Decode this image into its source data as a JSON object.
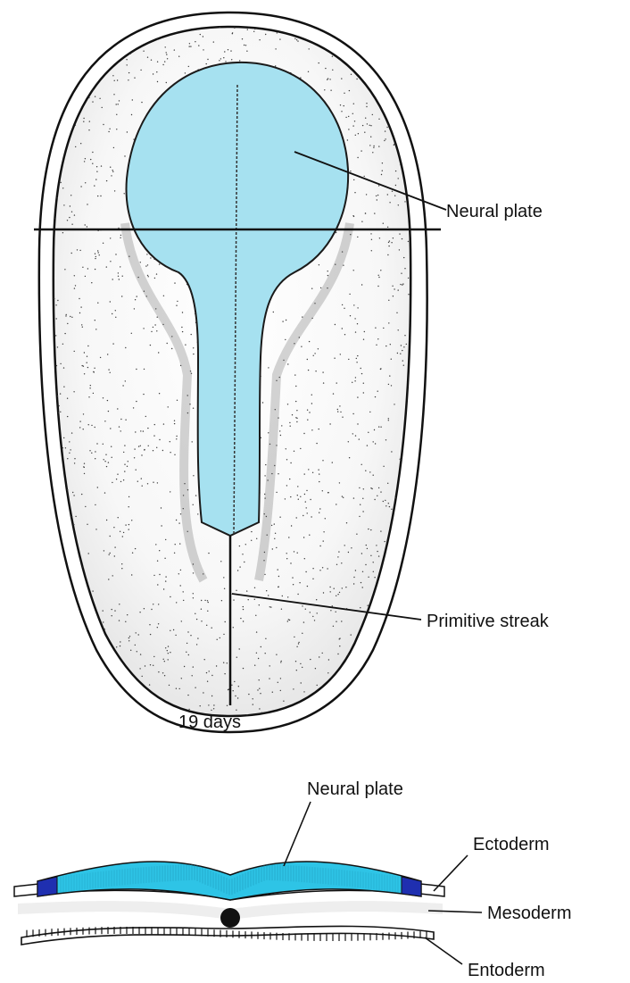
{
  "colors": {
    "neural_plate": "#a6e1f0",
    "neural_plate_section": "#2ec4e6",
    "ectoderm_edge": "#1f2fb0",
    "outline": "#111111",
    "stipple": "#3a3a3a"
  },
  "upper": {
    "neural_plate_label": "Neural plate",
    "primitive_streak_label": "Primitive streak",
    "caption": "19 days"
  },
  "lower": {
    "neural_plate_label": "Neural plate",
    "ectoderm_label": "Ectoderm",
    "mesoderm_label": "Mesoderm",
    "entoderm_label": "Entoderm"
  }
}
